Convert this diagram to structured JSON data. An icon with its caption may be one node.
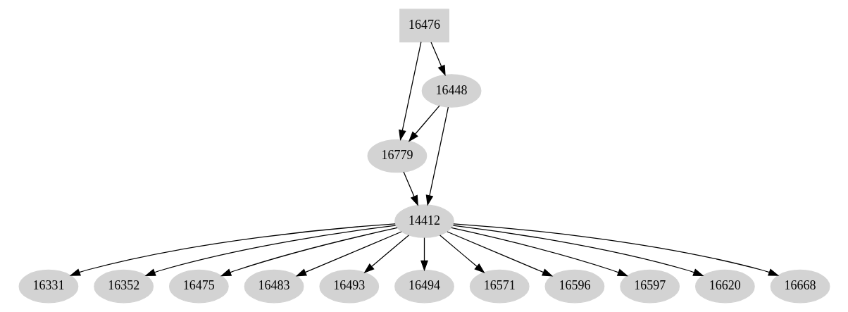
{
  "diagram": {
    "nodes": [
      {
        "text": [
          "16476"
        ]
      },
      {
        "text": [
          "16448"
        ]
      },
      {
        "text": [
          "16779"
        ]
      },
      {
        "text": [
          "14412"
        ]
      },
      {
        "text": [
          "16331"
        ]
      },
      {
        "text": [
          "16352"
        ]
      },
      {
        "text": [
          "16475"
        ]
      },
      {
        "text": [
          "16483"
        ]
      },
      {
        "text": [
          "16493"
        ]
      },
      {
        "text": [
          "16494"
        ]
      },
      {
        "text": [
          "16571"
        ]
      },
      {
        "text": [
          "16596"
        ]
      },
      {
        "text": [
          "16597"
        ]
      },
      {
        "text": [
          "16620"
        ]
      },
      {
        "text": [
          "16668"
        ]
      }
    ],
    "edges": [
      {
        "from": 0,
        "to": 2,
        "arrow": "to"
      },
      {
        "from": 0,
        "to": 1,
        "arrow": "to"
      },
      {
        "from": 1,
        "to": 2,
        "arrow": "to"
      },
      {
        "from": 1,
        "to": 3,
        "arrow": "to"
      },
      {
        "from": 2,
        "to": 3,
        "arrow": "to"
      },
      {
        "from": 3,
        "to": 4,
        "arrow": "to"
      },
      {
        "from": 3,
        "to": 5,
        "arrow": "to"
      },
      {
        "from": 3,
        "to": 6,
        "arrow": "to"
      },
      {
        "from": 3,
        "to": 7,
        "arrow": "to"
      },
      {
        "from": 3,
        "to": 8,
        "arrow": "to"
      },
      {
        "from": 3,
        "to": 9,
        "arrow": "to"
      },
      {
        "from": 3,
        "to": 10,
        "arrow": "to"
      },
      {
        "from": 3,
        "to": 11,
        "arrow": "to"
      },
      {
        "from": 3,
        "to": 12,
        "arrow": "to"
      },
      {
        "from": 3,
        "to": 13,
        "arrow": "to"
      },
      {
        "from": 3,
        "to": 14,
        "arrow": "to"
      }
    ]
  }
}
